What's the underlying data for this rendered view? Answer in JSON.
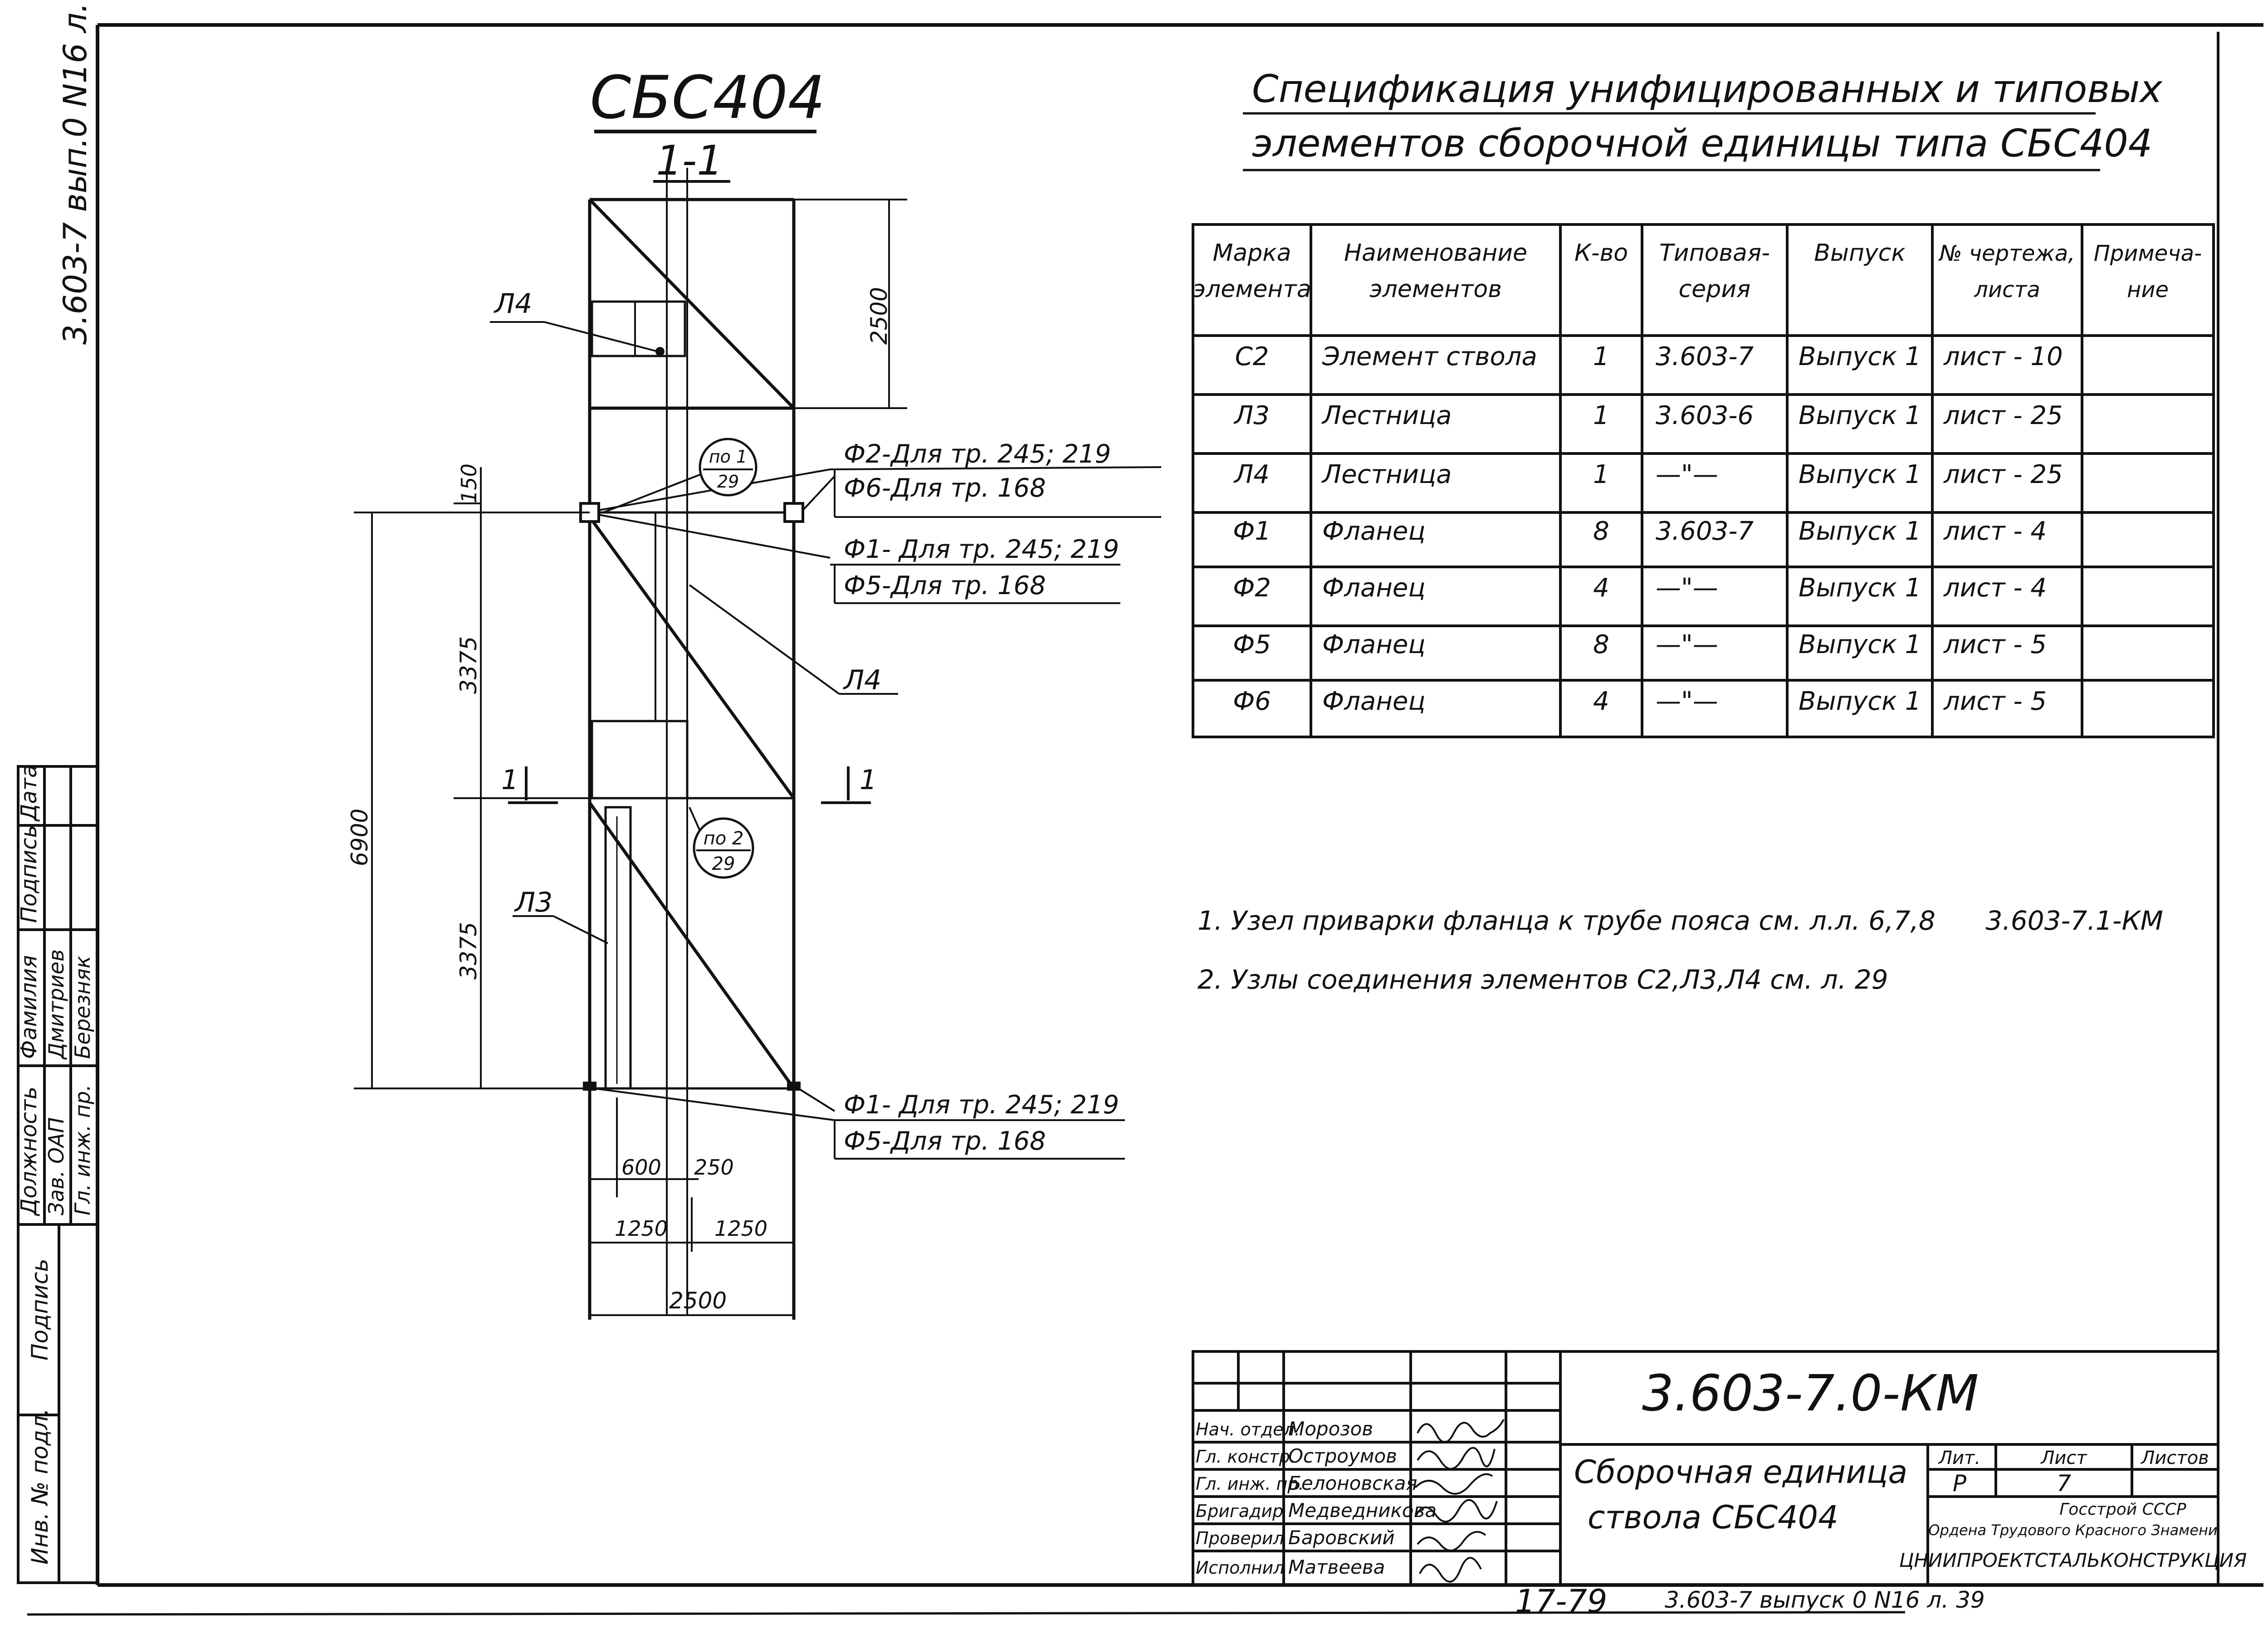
{
  "drawing": {
    "title": "СБС404",
    "section_label": "1-1",
    "side_code": "3.603-7 вып.0 N16 л.",
    "cut_mark": "1"
  },
  "callouts": {
    "l4_top": "Л4",
    "l4_mid": "Л4",
    "l3": "Л3",
    "node1": {
      "top": "по 1",
      "bottom": "29"
    },
    "node2": {
      "top": "по 2",
      "bottom": "29"
    },
    "flange_top": [
      "Ф2-Для тр. 245; 219",
      "Ф6-Для тр. 168"
    ],
    "flange_mid": [
      "Ф1- Для тр. 245; 219",
      "Ф5-Для тр. 168"
    ],
    "flange_bot": [
      "Ф1- Для тр. 245; 219",
      "Ф5-Для тр. 168"
    ]
  },
  "dimensions": {
    "d2500_top": "2500",
    "d150": "150",
    "d3375_upper": "3375",
    "d3375_lower": "3375",
    "d6900": "6900",
    "d600": "600",
    "d250": "250",
    "d1250_left": "1250",
    "d1250_right": "1250",
    "d2500_bottom": "2500"
  },
  "spec": {
    "title_line1": "Спецификация унифицированных и типовых",
    "title_line2": "элементов сборочной единицы типа СБС404",
    "headers": [
      [
        "Марка",
        "элемента"
      ],
      [
        "Наименование",
        "элементов"
      ],
      [
        "К-во"
      ],
      [
        "Типовая-",
        "серия"
      ],
      [
        "Выпуск"
      ],
      [
        "№ чертежа,",
        "листа"
      ],
      [
        "Примеча-",
        "ние"
      ]
    ],
    "rows": [
      [
        "С2",
        "Элемент ствола",
        "1",
        "3.603-7",
        "Выпуск 1",
        "лист - 10",
        ""
      ],
      [
        "Л3",
        "Лестница",
        "1",
        "3.603-6",
        "Выпуск 1",
        "лист - 25",
        ""
      ],
      [
        "Л4",
        "Лестница",
        "1",
        "—\"—",
        "Выпуск 1",
        "лист - 25",
        ""
      ],
      [
        "Ф1",
        "Фланец",
        "8",
        "3.603-7",
        "Выпуск 1",
        "лист - 4",
        ""
      ],
      [
        "Ф2",
        "Фланец",
        "4",
        "—\"—",
        "Выпуск 1",
        "лист - 4",
        ""
      ],
      [
        "Ф5",
        "Фланец",
        "8",
        "—\"—",
        "Выпуск 1",
        "лист - 5",
        ""
      ],
      [
        "Ф6",
        "Фланец",
        "4",
        "—\"—",
        "Выпуск 1",
        "лист - 5",
        ""
      ]
    ]
  },
  "notes": [
    "1. Узел приварки фланца к трубе пояса см. л.л. 6,7,8      3.603-7.1-КМ",
    "2. Узлы соединения элементов С2,Л3,Л4 см. л. 29"
  ],
  "left_stamp": {
    "headers": [
      "Должность",
      "Фамилия",
      "Подпись",
      "Дата"
    ],
    "rows": [
      [
        "Зав. ОАП",
        "Дмитриев"
      ],
      [
        "Гл. инж. пр.",
        "Березняк"
      ]
    ],
    "podpis": "Подпись",
    "inv": "Инв. № подл."
  },
  "title_block": {
    "code": "3.603-7.0-КМ",
    "name_line1": "Сборочная единица",
    "name_line2": "ствола СБС404",
    "roles": [
      [
        "Нач. отдел.",
        "Морозов"
      ],
      [
        "Гл. констр.",
        "Остроумов"
      ],
      [
        "Гл. инж. пр.",
        "Белоновская"
      ],
      [
        "Бригадир",
        "Медведникова"
      ],
      [
        "Проверил",
        "Баровский"
      ],
      [
        "Исполнил",
        "Матвеева"
      ]
    ],
    "lit_header": "Лит.",
    "list_header": "Лист",
    "listov_header": "Листов",
    "lit": "Р",
    "list": "7",
    "org_line1": "Госстрой СССР",
    "org_line2": "Ордена Трудового Красного Знамени",
    "org_line3": "ЦНИИПРОЕКТСТАЛЬКОНСТРУКЦИЯ"
  },
  "footer": {
    "number": "17-79",
    "note": "3.603-7 выпуск 0 N16 л. 39"
  }
}
